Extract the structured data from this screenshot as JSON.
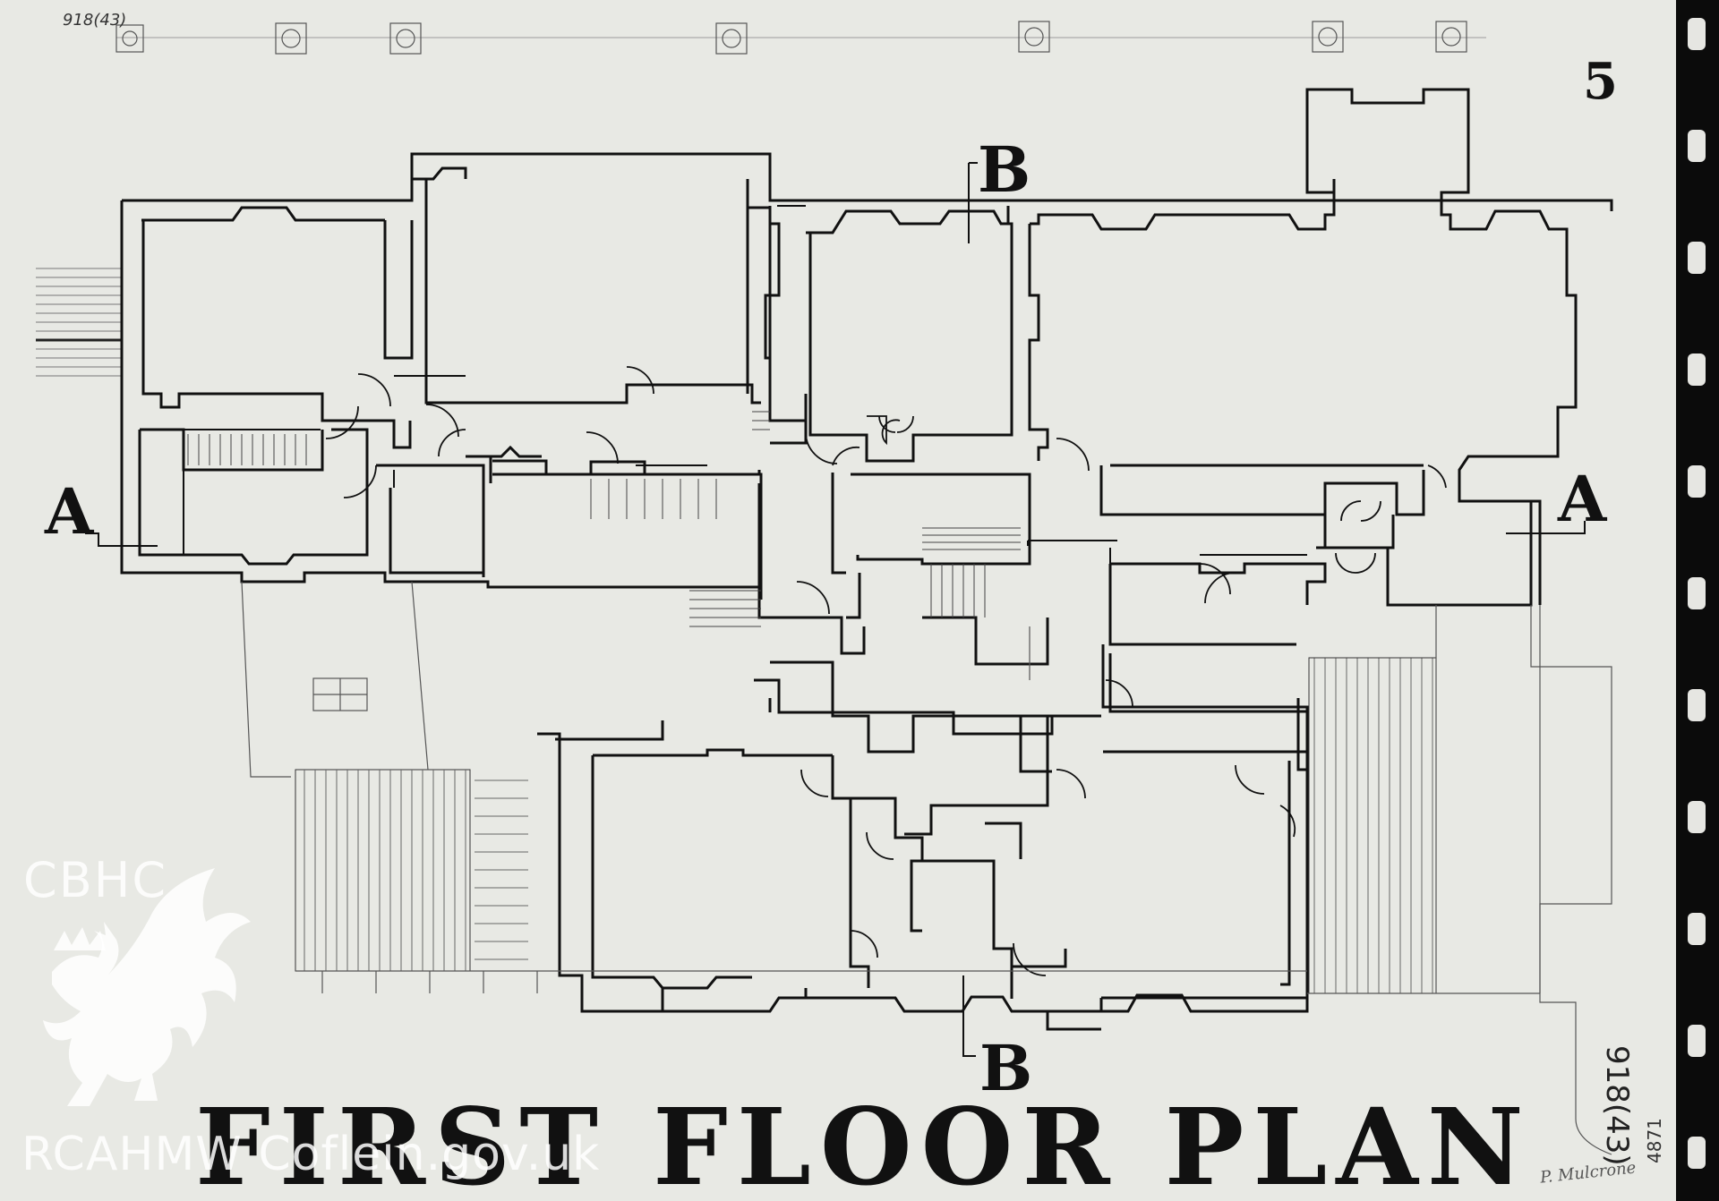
{
  "drawing": {
    "sheet_number": "5",
    "title": "FIRST FLOOR PLAN",
    "section_labels": {
      "a_left": "A",
      "a_right": "A",
      "b_top": "B",
      "b_bottom": "B"
    },
    "reference_top": "918(43)",
    "reference_side": "918(43)",
    "reference_bottom": "4871",
    "signature": "P. Mulcrone"
  },
  "watermark": {
    "logo": "CBHC",
    "footer": "RCAHMW Coflein.gov.uk",
    "emblem": "welsh-dragon-icon"
  },
  "colors": {
    "paper": "#e8e9e4",
    "ink": "#111111",
    "film": "#0b0b0b"
  }
}
